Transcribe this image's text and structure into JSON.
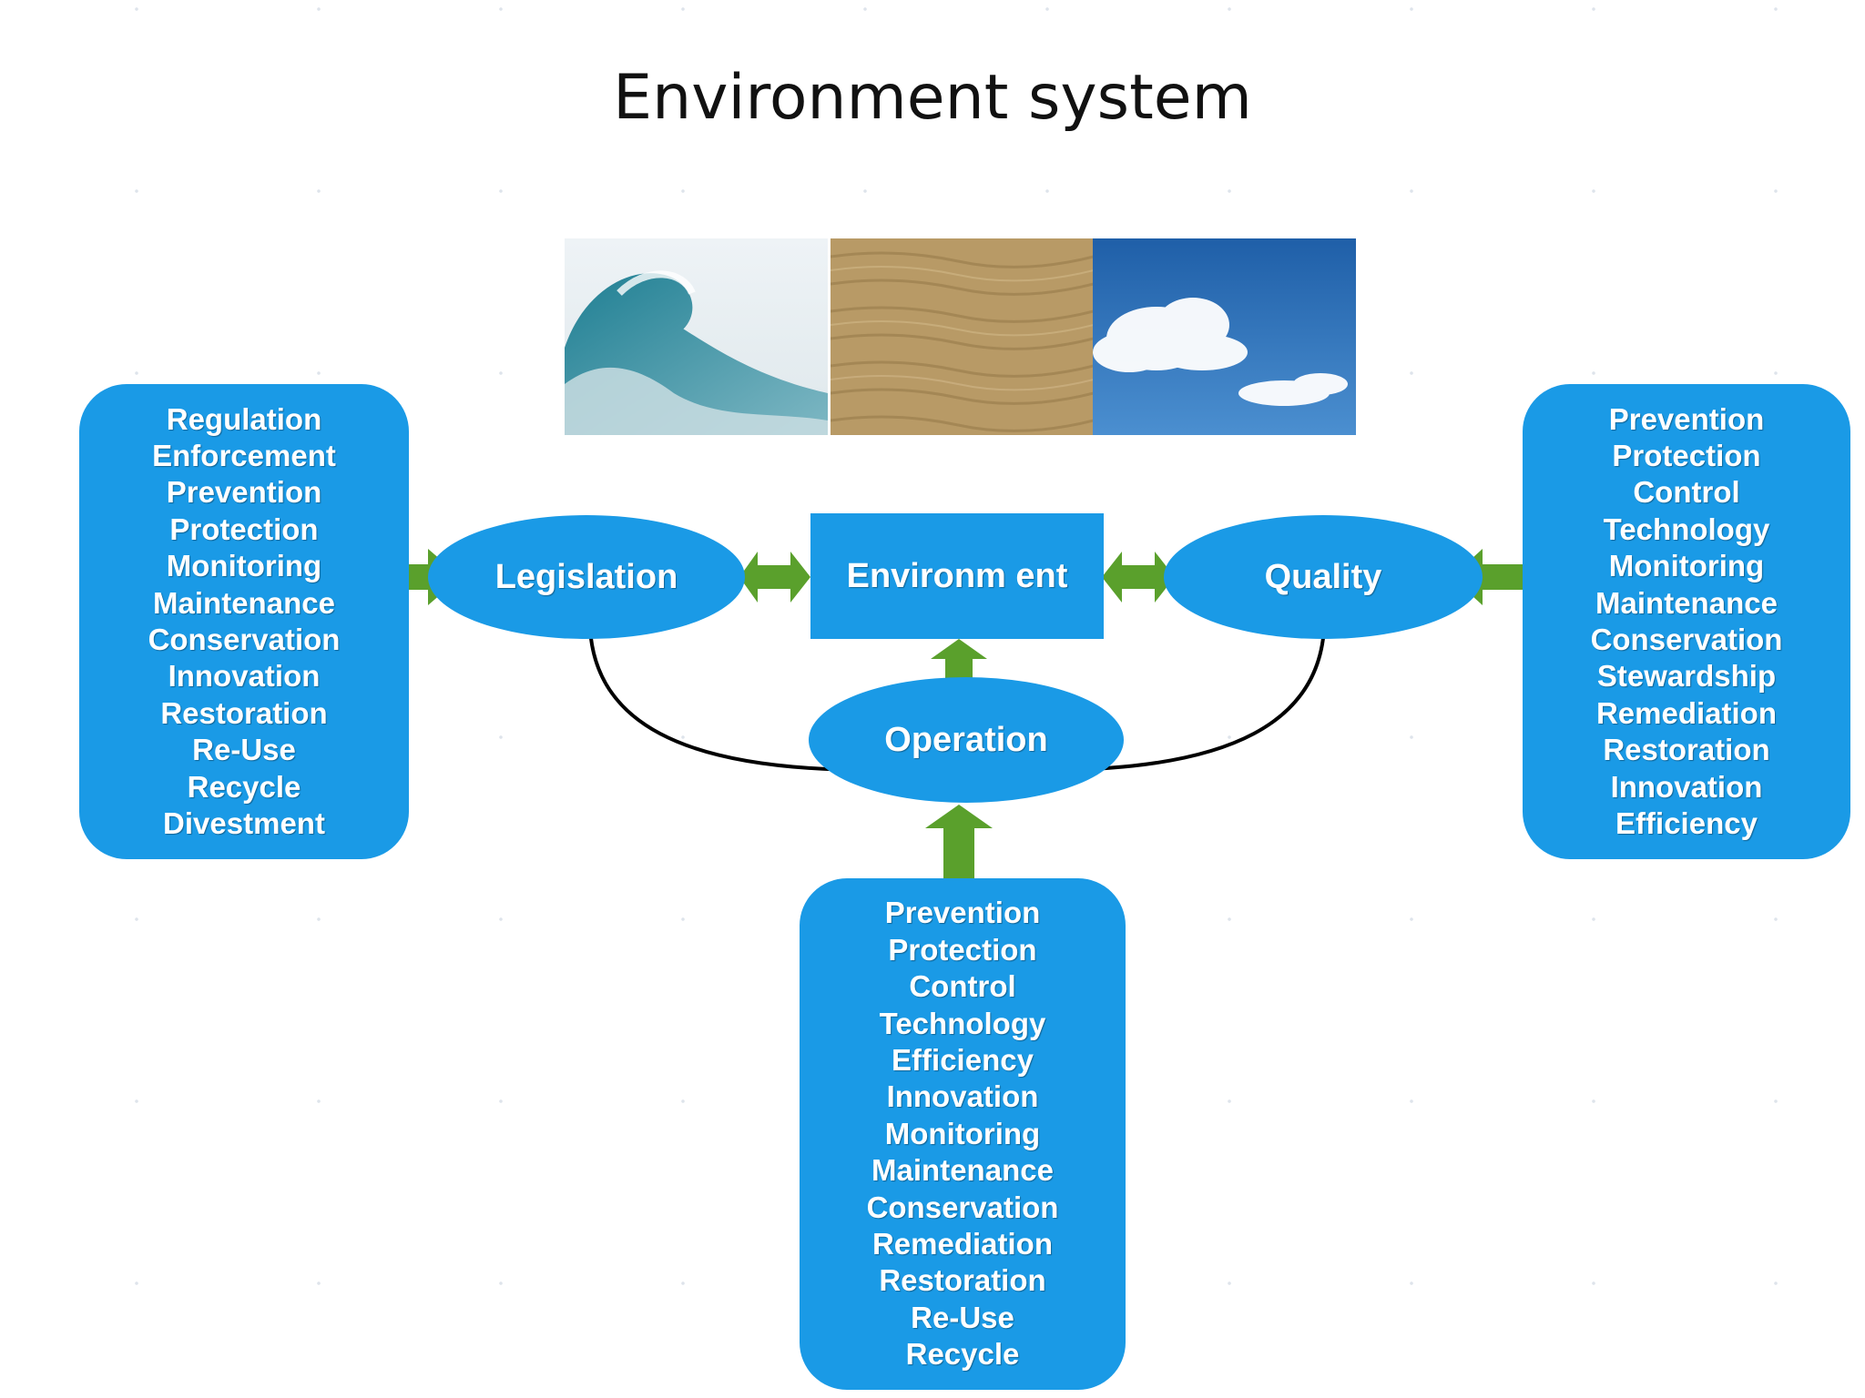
{
  "title": "Environment system",
  "nodes": {
    "legislation": "Legislation",
    "environment": "Environm ent",
    "quality": "Quality",
    "operation": "Operation"
  },
  "lists": {
    "left": [
      "Regulation",
      "Enforcement",
      "Prevention",
      "Protection",
      "Monitoring",
      "Maintenance",
      "Conservation",
      "Innovation",
      "Restoration",
      "Re-Use",
      "Recycle",
      "Divestment"
    ],
    "right": [
      "Prevention",
      "Protection",
      "Control",
      "Technology",
      "Monitoring",
      "Maintenance",
      "Conservation",
      "Stewardship",
      "Remediation",
      "Restoration",
      "Innovation",
      "Efficiency"
    ],
    "bottom": [
      "Prevention",
      "Protection",
      "Control",
      "Technology",
      "Efficiency",
      "Innovation",
      "Monitoring",
      "Maintenance",
      "Conservation",
      "Remediation",
      "Restoration",
      "Re-Use",
      "Recycle"
    ]
  },
  "images": [
    "wave",
    "sand",
    "sky"
  ],
  "colors": {
    "box": "#1a9ae6",
    "arrow": "#5aa02c",
    "connector": "#000000"
  }
}
